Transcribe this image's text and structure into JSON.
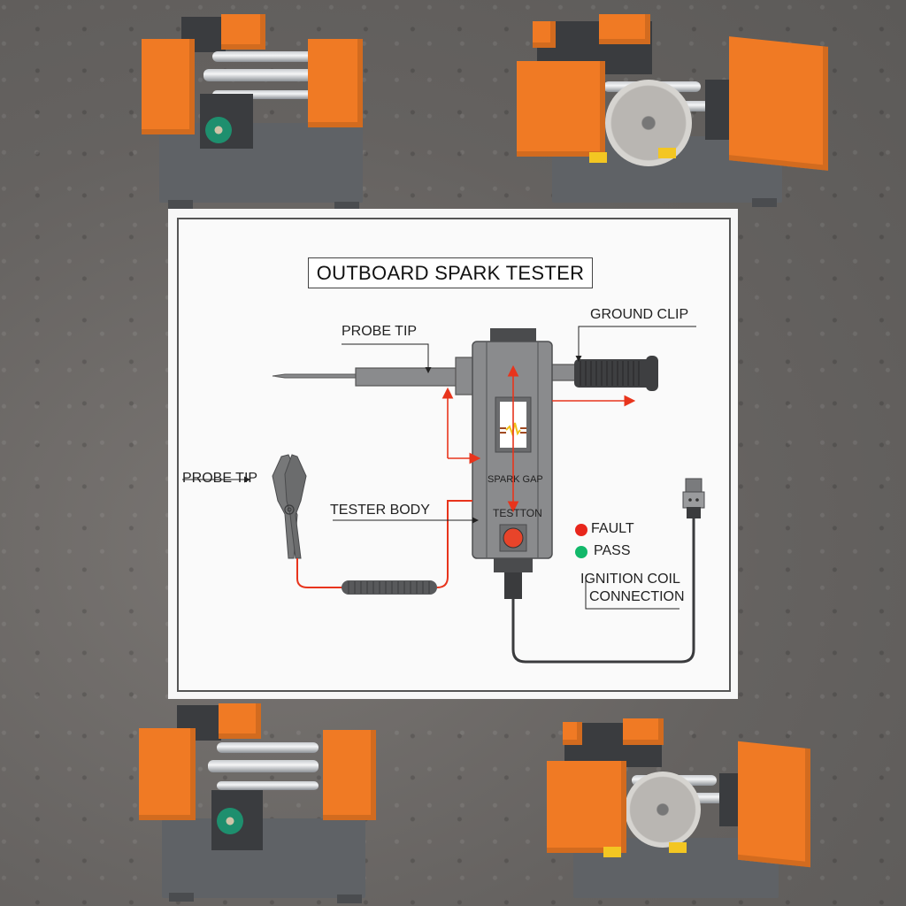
{
  "diagram": {
    "title": "OUTBOARD SPARK TESTER",
    "labels": {
      "probe_tip_top": "PROBE TIP",
      "probe_tip_left": "PROBE TIP",
      "ground_clip": "GROUND CLIP",
      "tester_body": "TESTER BODY",
      "spark_gap": "SPARK GAP",
      "test_button": "TESTTON",
      "ignition_coil_line1": "IGNITION COIL",
      "ignition_coil_line2": "CONNECTION"
    },
    "legend": [
      {
        "label": "FAULT",
        "color": "#e8261c"
      },
      {
        "label": "PASS",
        "color": "#12b86a"
      }
    ],
    "colors": {
      "arrow": "#e8341c",
      "wire": "#e8341c",
      "body": "#8a8b8d",
      "body_dark": "#4a4b4d",
      "button": "#e8442a"
    }
  },
  "background": {
    "photos": [
      {
        "position": "top-left",
        "subject": "orange-gray roller machine"
      },
      {
        "position": "top-right",
        "subject": "orange-gray circular saw machine"
      },
      {
        "position": "bottom-left",
        "subject": "orange-gray roller machine"
      },
      {
        "position": "bottom-right",
        "subject": "orange-gray circular saw machine"
      }
    ],
    "colors": {
      "orange": "#f07a24",
      "gray": "#5f6266",
      "concrete": "#6e6b68"
    }
  }
}
